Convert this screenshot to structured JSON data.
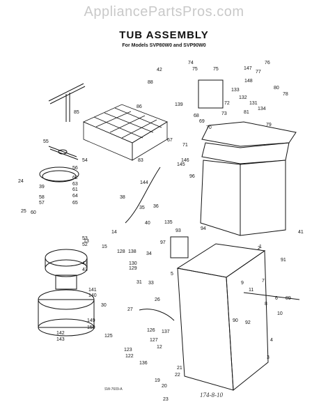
{
  "watermark": "AppliancePartsPros.com",
  "title": "TUB ASSEMBLY",
  "subtitle": "For Models SVP80W0 and SVP90W0",
  "drawing_code": "SW-7609-A",
  "handwritten_note": "174-8-10",
  "callouts": [
    "1",
    "2",
    "3",
    "4",
    "5",
    "6",
    "7",
    "8",
    "9",
    "10",
    "11",
    "12",
    "13",
    "14",
    "15",
    "19",
    "20",
    "21",
    "22",
    "23",
    "24",
    "25",
    "26",
    "27",
    "30",
    "31",
    "33",
    "34",
    "35",
    "36",
    "38",
    "39",
    "40",
    "41",
    "42",
    "43",
    "47",
    "52",
    "53",
    "54",
    "55",
    "56",
    "57",
    "58",
    "60",
    "61",
    "62",
    "63",
    "64",
    "65",
    "67",
    "68",
    "69",
    "70",
    "71",
    "72",
    "73",
    "74",
    "75",
    "76",
    "77",
    "78",
    "79",
    "80",
    "81",
    "83",
    "85",
    "86",
    "88",
    "89",
    "90",
    "91",
    "92",
    "93",
    "94",
    "96",
    "97",
    "122",
    "123",
    "125",
    "126",
    "127",
    "128",
    "129",
    "130",
    "131",
    "132",
    "133",
    "134",
    "135",
    "136",
    "137",
    "138",
    "139",
    "140",
    "141",
    "142",
    "143",
    "144",
    "145",
    "146",
    "147",
    "148",
    "149",
    "150"
  ]
}
